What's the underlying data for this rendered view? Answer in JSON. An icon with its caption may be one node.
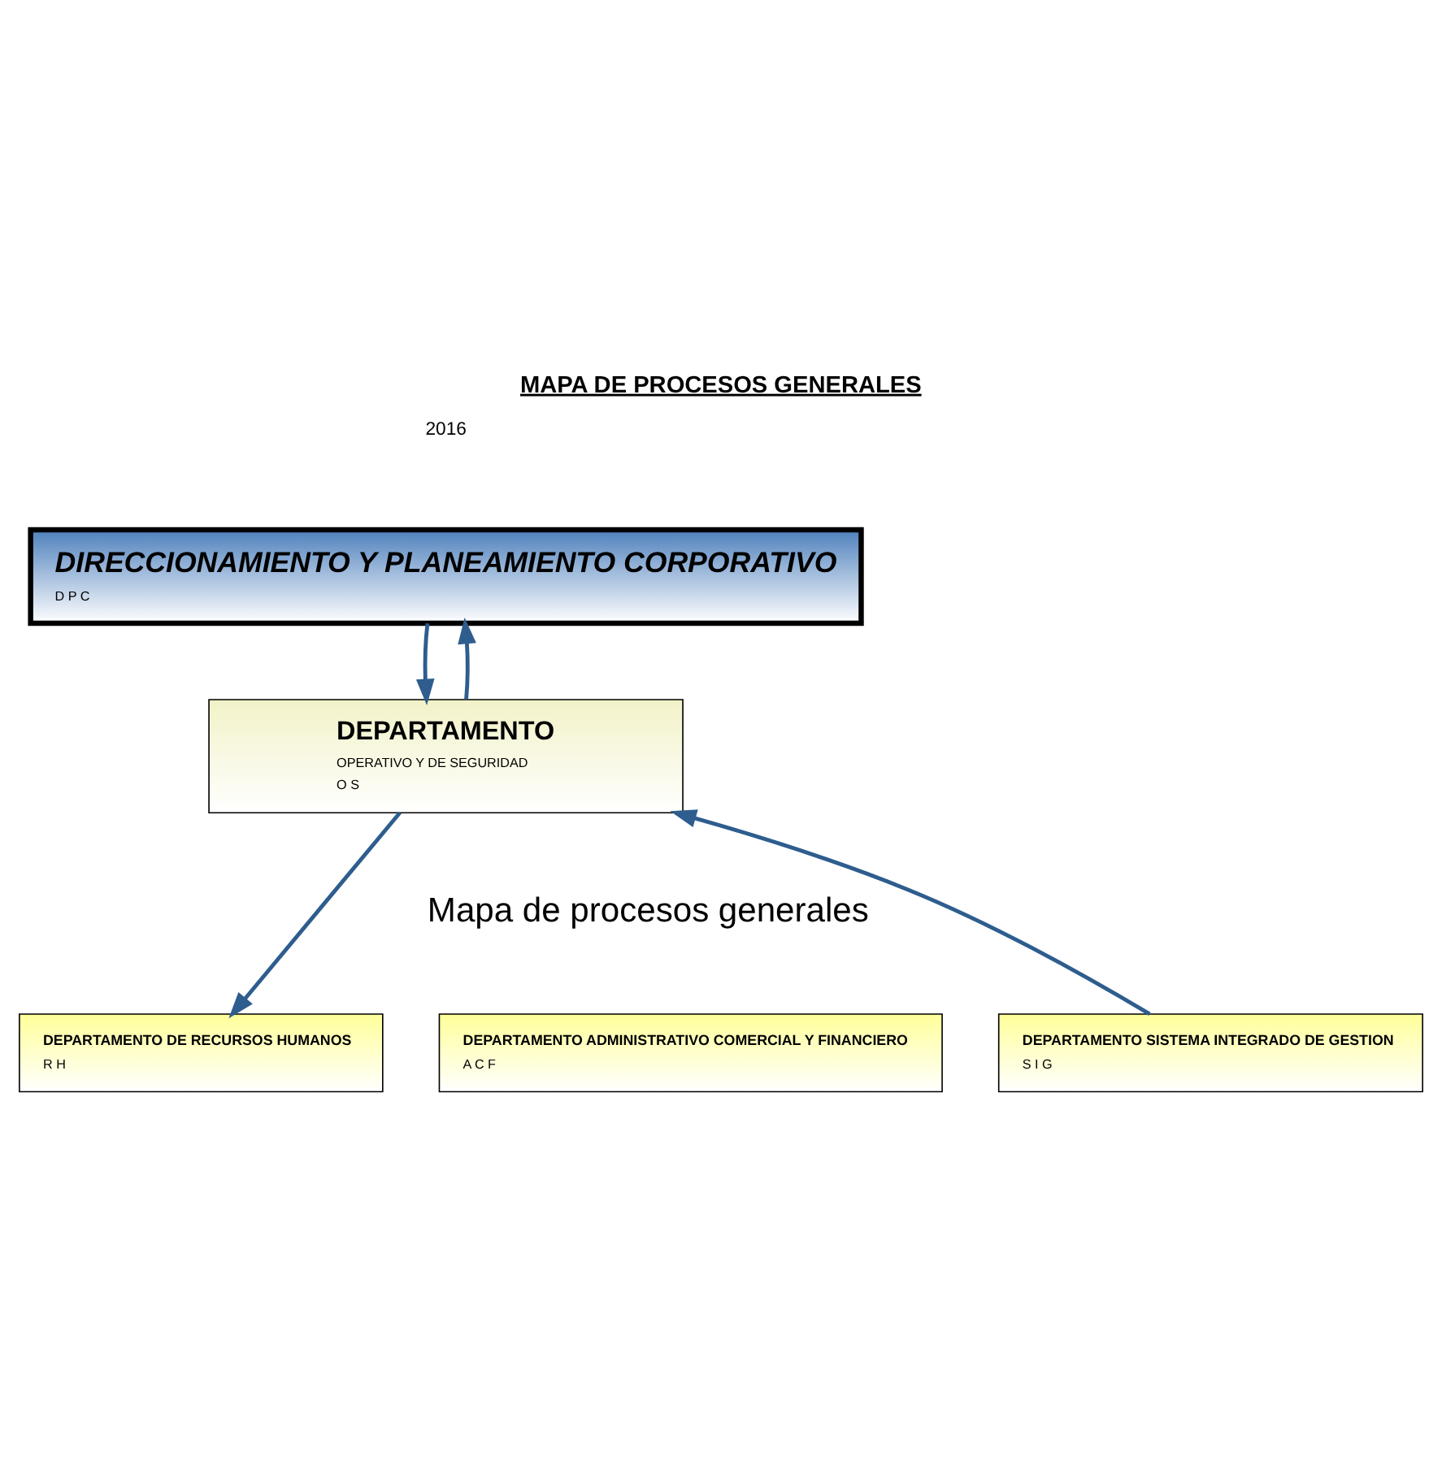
{
  "diagram": {
    "title": "MAPA DE PROCESOS GENERALES",
    "nodes": [
      {
        "text": [
          "DIRECCIONAMIENTO Y PLANEAMIENTO CORPORATIVO",
          "D P C"
        ]
      },
      {
        "text": [
          "DEPARTAMENTO",
          "OPERATIVO Y DE SEGURIDAD",
          "O S"
        ]
      },
      {
        "text": [
          "DEPARTAMENTO DE RECURSOS HUMANOS",
          "R H"
        ]
      },
      {
        "text": [
          "DEPARTAMENTO ADMINISTRATIVO COMERCIAL Y FINANCIERO",
          "A C F"
        ]
      },
      {
        "text": [
          "DEPARTAMENTO SISTEMA INTEGRADO DE GESTION",
          "S I G"
        ]
      }
    ],
    "edges": [
      {
        "from": 0,
        "to": 1,
        "arrow": "to"
      },
      {
        "from": 1,
        "to": 0,
        "arrow": "to"
      },
      {
        "from": 1,
        "to": 2,
        "arrow": "to"
      },
      {
        "from": 4,
        "to": 1,
        "arrow": "to"
      }
    ],
    "labels": [
      "2016",
      "Mapa de procesos generales"
    ]
  }
}
